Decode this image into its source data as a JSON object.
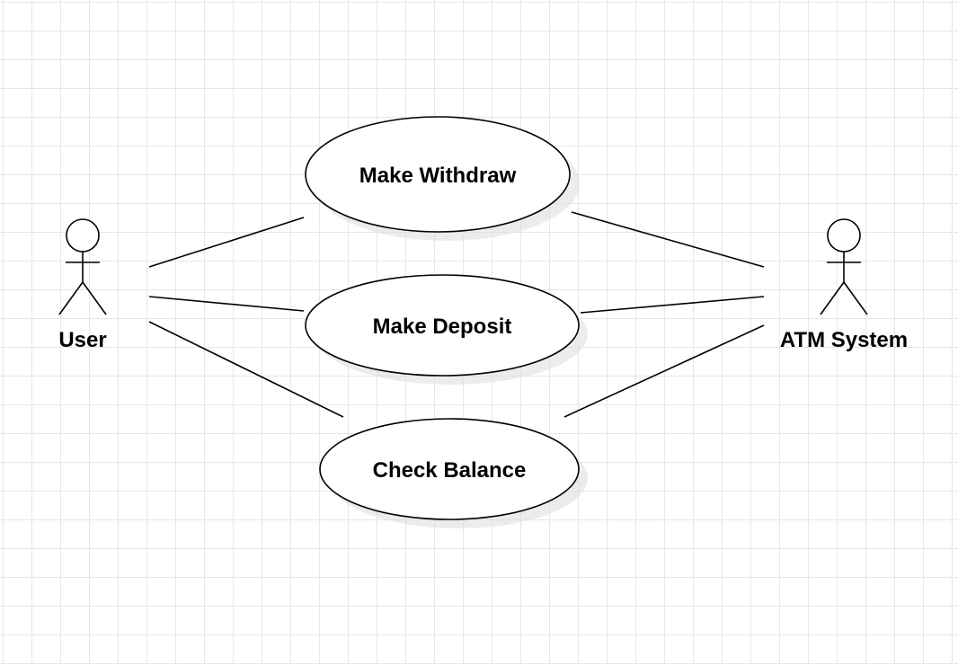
{
  "actors": {
    "user": {
      "label": "User"
    },
    "atm_system": {
      "label": "ATM System"
    }
  },
  "use_cases": {
    "make_withdraw": {
      "label": "Make Withdraw"
    },
    "make_deposit": {
      "label": "Make Deposit"
    },
    "check_balance": {
      "label": "Check Balance"
    }
  },
  "colors": {
    "line": "#000000",
    "grid": "#e6e6e6",
    "shadow": "#dcdcdc",
    "background": "#ffffff"
  }
}
